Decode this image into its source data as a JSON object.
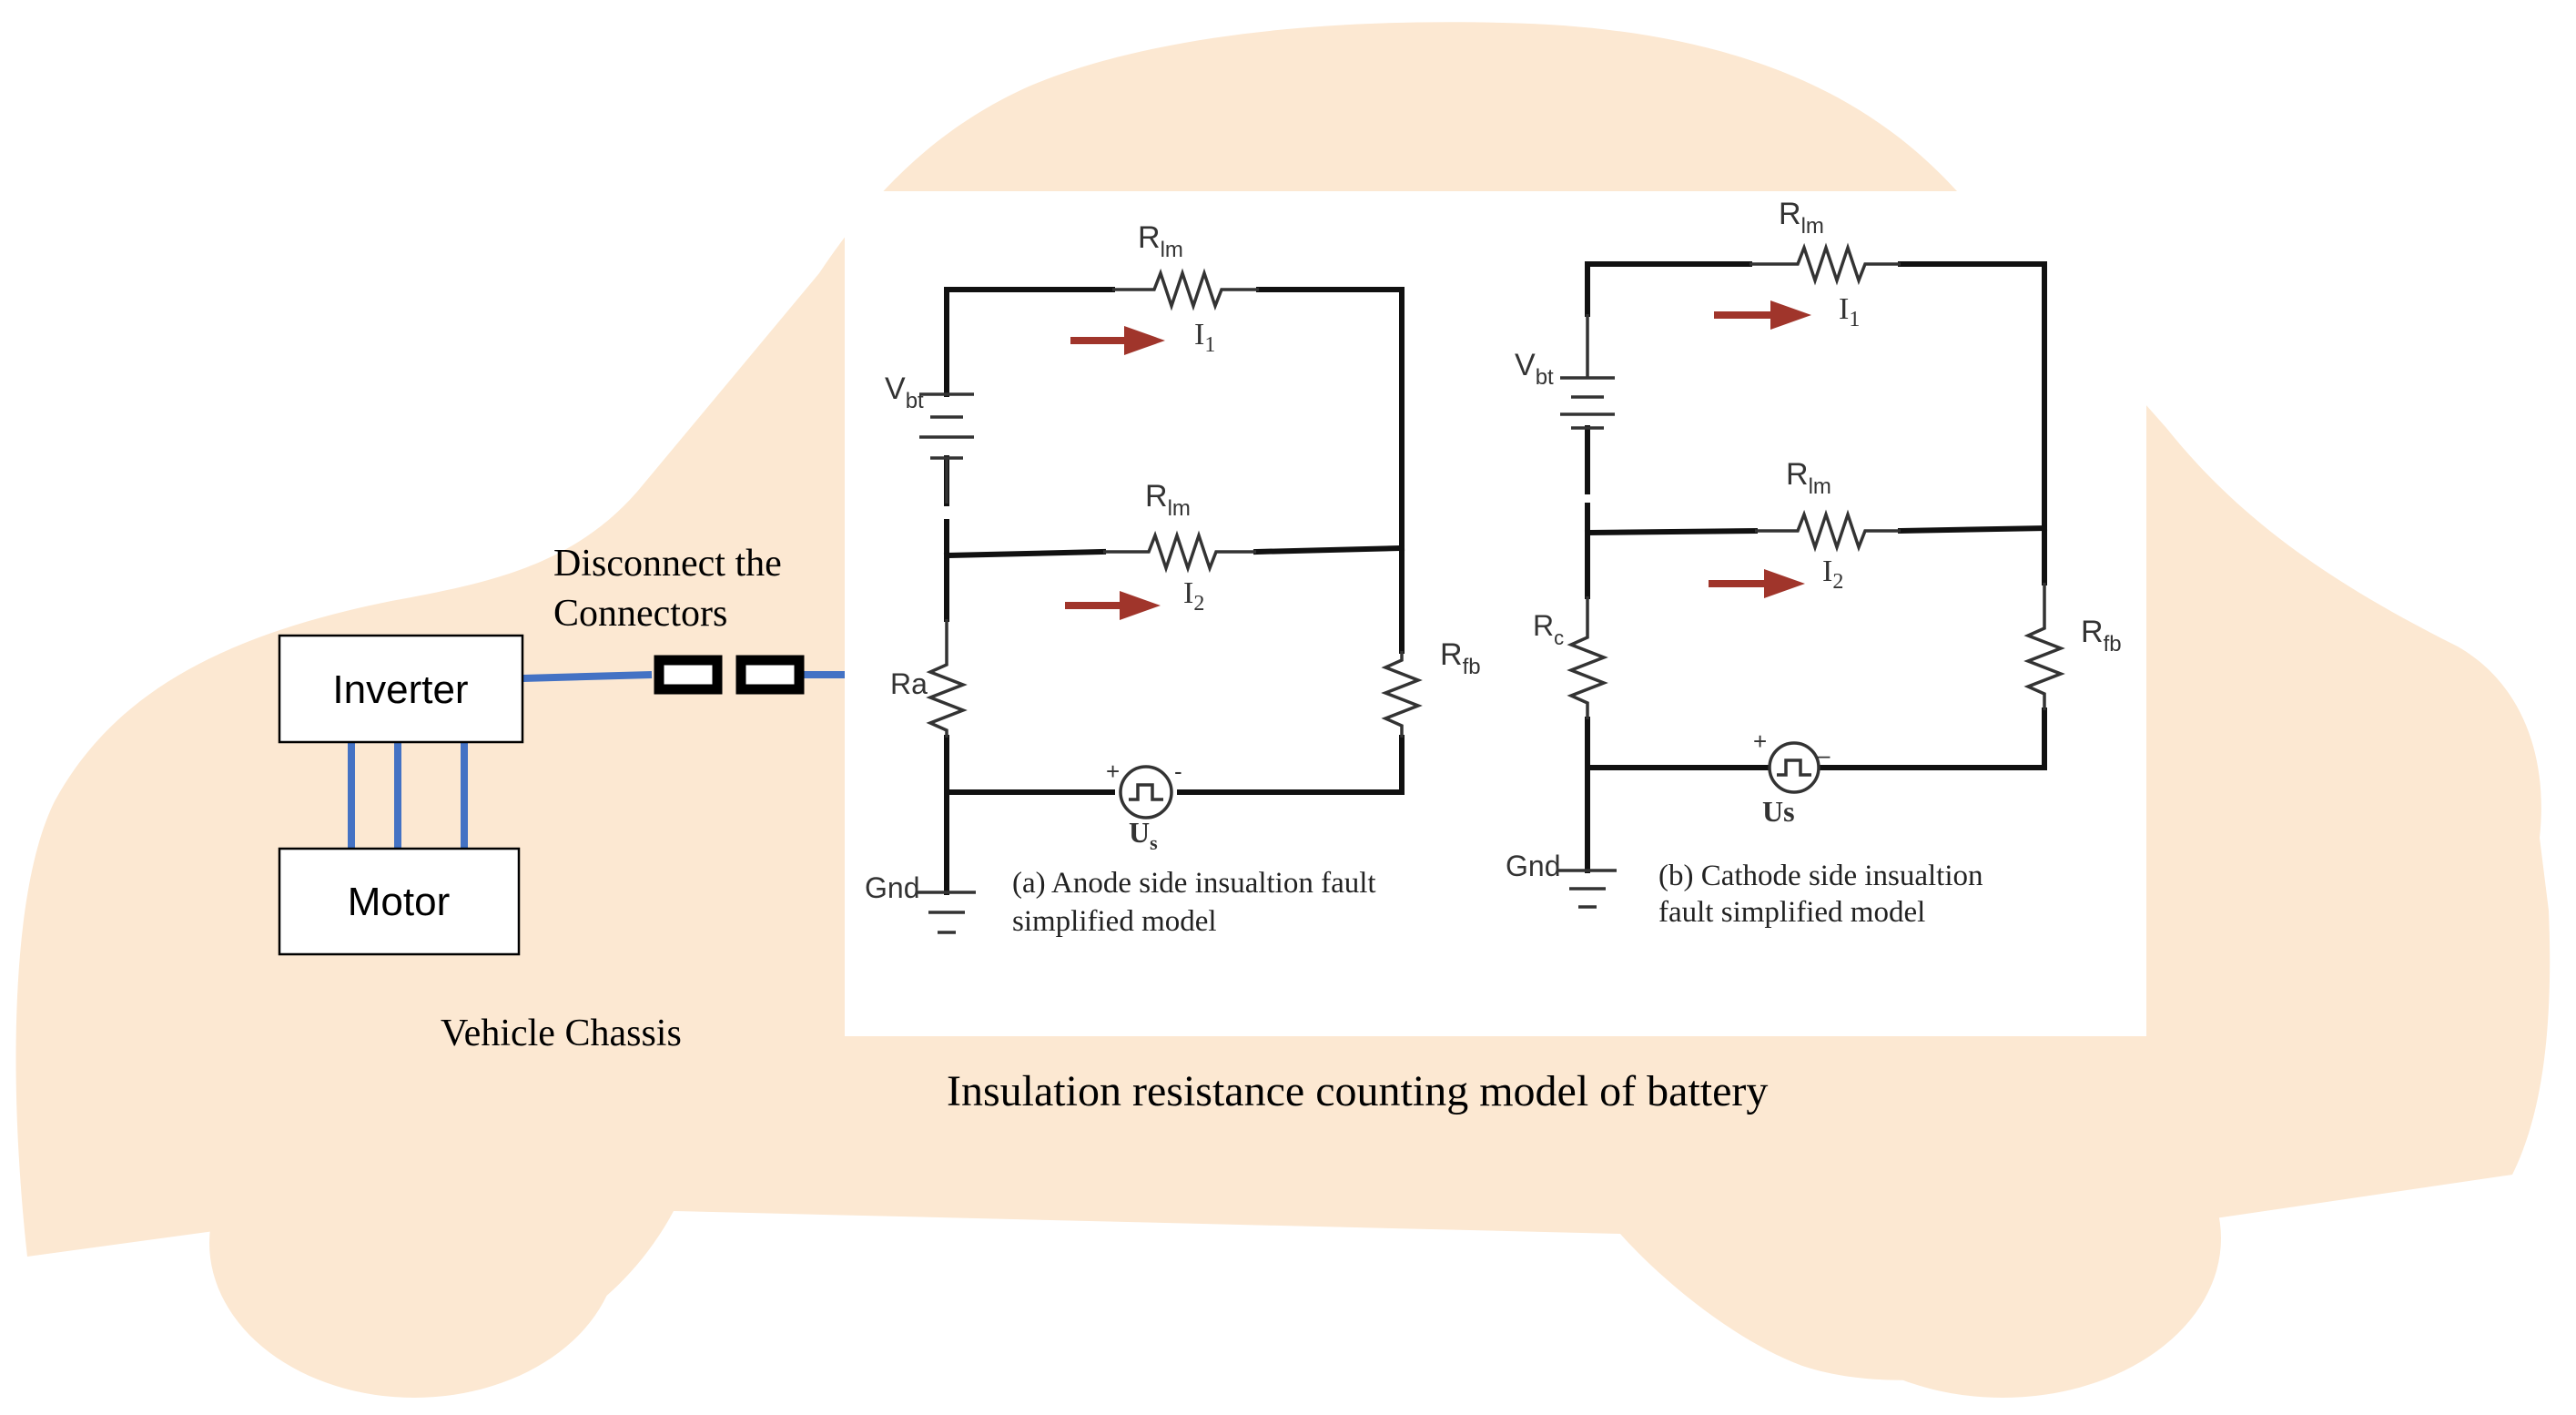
{
  "colors": {
    "car_body": "#FCE8D2",
    "bus_line": "#4472C4",
    "current_arrow": "#A0352B",
    "wire": "#111111"
  },
  "chassis": {
    "inverter_label": "Inverter",
    "motor_label": "Motor",
    "disconnect_line1": "Disconnect the",
    "disconnect_line2": "Connectors",
    "chassis_label": "Vehicle Chassis"
  },
  "figure_caption": "Insulation resistance counting model of battery",
  "circuit_a": {
    "r_top": {
      "main": "R",
      "sub": "lm"
    },
    "i_top": {
      "main": "I",
      "sub": "1"
    },
    "r_mid": {
      "main": "R",
      "sub": "lm"
    },
    "i_mid": {
      "main": "I",
      "sub": "2"
    },
    "battery": {
      "main": "V",
      "sub": "bt"
    },
    "r_side": {
      "main": "Ra",
      "sub": ""
    },
    "r_fb": {
      "main": "R",
      "sub": "fb"
    },
    "source": {
      "main": "U",
      "sub": "s"
    },
    "plus": "+",
    "minus": "-",
    "ground": "Gnd",
    "caption_line1": "(a) Anode side insualtion fault",
    "caption_line2": "simplified model"
  },
  "circuit_b": {
    "r_top": {
      "main": "R",
      "sub": "lm"
    },
    "i_top": {
      "main": "I",
      "sub": "1"
    },
    "r_mid": {
      "main": "R",
      "sub": "lm"
    },
    "i_mid": {
      "main": "I",
      "sub": "2"
    },
    "battery": {
      "main": "V",
      "sub": "bt"
    },
    "r_side": {
      "main": "R",
      "sub": "c"
    },
    "r_fb": {
      "main": "R",
      "sub": "fb"
    },
    "source": {
      "main": "Us",
      "sub": ""
    },
    "plus": "+",
    "minus": "–",
    "ground": "Gnd",
    "caption_line1": "(b) Cathode side insualtion",
    "caption_line2": "fault simplified model"
  }
}
